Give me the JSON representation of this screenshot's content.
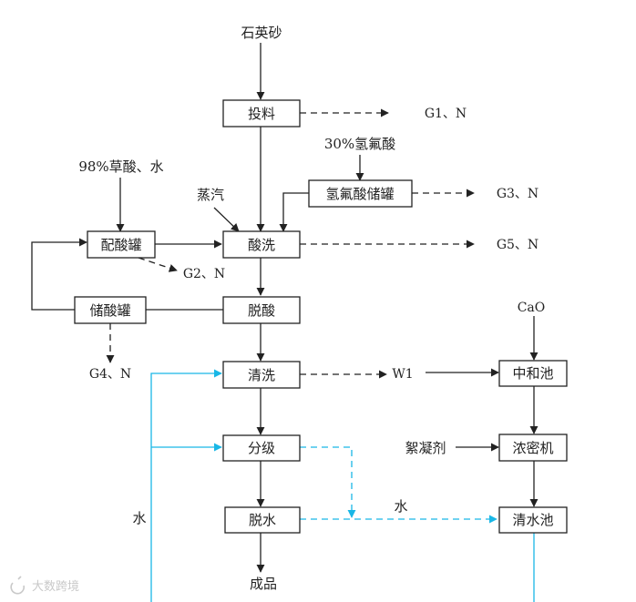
{
  "nodes": {
    "feed": "投料",
    "acid_wash": "酸洗",
    "deacid": "脱酸",
    "rinse": "清洗",
    "grade": "分级",
    "dewater": "脱水",
    "mix_tank": "配酸罐",
    "store_tank": "储酸罐",
    "hf_tank": "氢氟酸储罐",
    "neutral": "中和池",
    "thickener": "浓密机",
    "clear_pool": "清水池"
  },
  "labels": {
    "quartz": "石英砂",
    "hf30": "30%氢氟酸",
    "oxalic": "98%草酸、水",
    "steam": "蒸汽",
    "g1": "G1、N",
    "g2": "G2、N",
    "g3": "G3、N",
    "g4": "G4、N",
    "g5": "G5、N",
    "w1": "W1",
    "cao": "CaO",
    "floc": "絮凝剂",
    "water_left": "水",
    "water_mid": "水",
    "product": "成品"
  },
  "watermark": "大数跨境",
  "colors": {
    "line": "#222222",
    "water_line": "#19b7e6"
  }
}
